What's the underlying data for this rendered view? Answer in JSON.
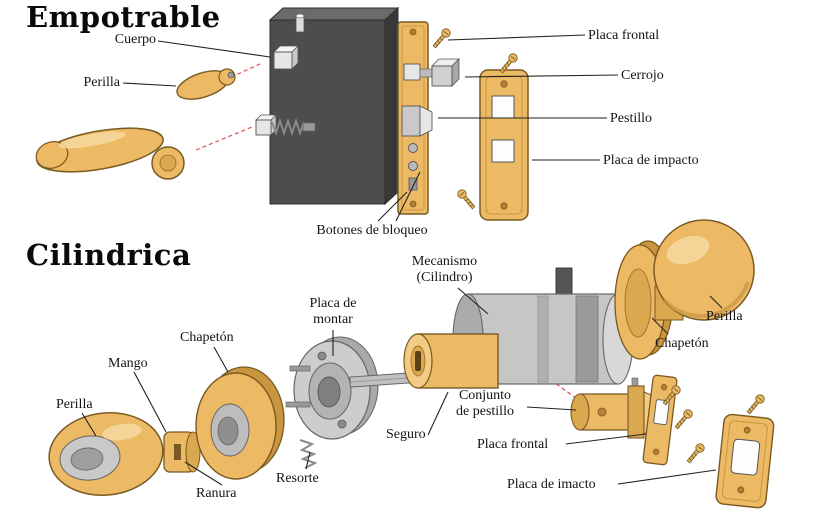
{
  "titles": {
    "empotrable": "Empotrable",
    "cilindrica": "Cilindrica"
  },
  "empotrable": {
    "cuerpo": "Cuerpo",
    "perilla": "Perilla",
    "placa_frontal": "Placa frontal",
    "cerrojo": "Cerrojo",
    "pestillo": "Pestillo",
    "placa_de_impacto": "Placa de impacto",
    "botones_de_bloqueo": "Botones de bloqueo"
  },
  "cilindrica": {
    "mecanismo": "Mecanismo\n(Cilindro)",
    "placa_de_montar": "Placa de\nmontar",
    "chapeton_izq": "Chapetón",
    "mango": "Mango",
    "perilla_izq": "Perilla",
    "ranura": "Ranura",
    "resorte": "Resorte",
    "seguro": "Seguro",
    "conjunto_de_pestillo": "Conjunto\nde pestillo",
    "placa_frontal": "Placa frontal",
    "placa_de_imacto": "Placa de imacto",
    "perilla_der": "Perilla",
    "chapeton_der": "Chapetón"
  },
  "colors": {
    "brass": "#ECB964",
    "brass_dark": "#C8963F",
    "brass_deep": "#7A5A22",
    "body_gray": "#4D4D4D",
    "metal": "#C6C6C6",
    "leader": "#222222",
    "dashed_red": "#E05050"
  }
}
